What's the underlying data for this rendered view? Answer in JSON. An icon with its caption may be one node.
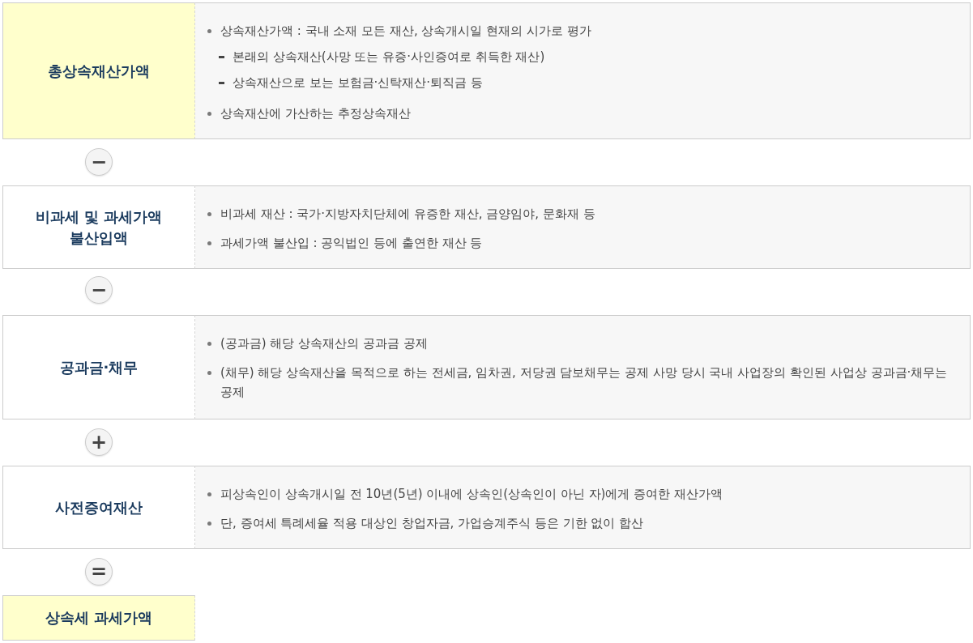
{
  "diagram": {
    "nodes": [
      {
        "text": [
          "총상속재산가액"
        ]
      },
      {
        "text": [
          "상속재산가액 : 국내 소재 모든 재산, 상속개시일 현재의 시가로 평가",
          "본래의 상속재산(사망 또는 유증·사인증여로 취득한 재산)",
          "상속재산으로 보는 보험금·신탁재산·퇴직금 등",
          "상속재산에 가산하는 추정상속재산"
        ]
      },
      {
        "text": [
          "−"
        ]
      },
      {
        "text": [
          "비과세 및 과세가액 불산입액"
        ]
      },
      {
        "text": [
          "비과세 재산 : 국가·지방자치단체에 유증한 재산, 금양임야, 문화재 등",
          "과세가액 불산입 : 공익법인 등에 출연한 재산 등"
        ]
      },
      {
        "text": [
          "−"
        ]
      },
      {
        "text": [
          "공과금·채무"
        ]
      },
      {
        "text": [
          "(공과금) 해당 상속재산의 공과금 공제",
          "(채무) 해당 상속재산을 목적으로 하는 전세금, 임차권, 저당권 담보채무는 공제 사망 당시 국내 사업장의 확인된 사업상 공과금·채무는 공제"
        ]
      },
      {
        "text": [
          "+"
        ]
      },
      {
        "text": [
          "사전증여재산"
        ]
      },
      {
        "text": [
          "피상속인이 상속개시일 전 10년(5년) 이내에 상속인(상속인이 아닌 자)에게 증여한 재산가액",
          "단, 증여세 특례세율 적용 대상인 창업자금, 가업승계주식 등은 기한 없이 합산"
        ]
      },
      {
        "text": [
          "="
        ]
      },
      {
        "text": [
          "상속세 과세가액"
        ]
      }
    ]
  }
}
